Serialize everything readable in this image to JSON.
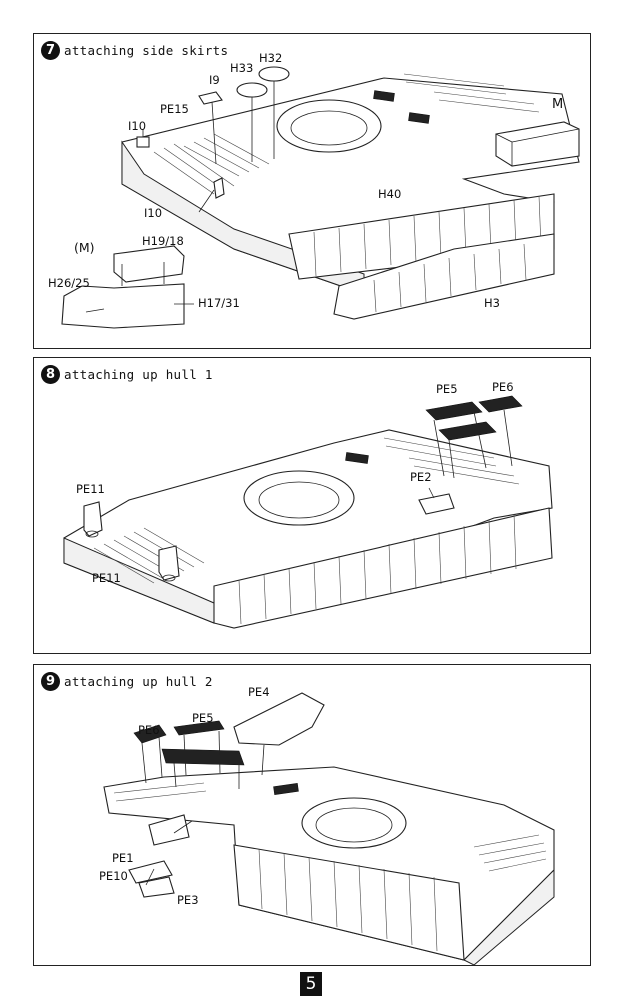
{
  "steps": [
    {
      "number": "7",
      "title": "attaching side skirts",
      "labels": {
        "H32": "H32",
        "H33": "H33",
        "I9": "I9",
        "PE15": "PE15",
        "I10a": "I10",
        "I10b": "I10",
        "M": "M",
        "H40": "H40",
        "M_paren": "(M)",
        "H19_18": "H19/18",
        "H26_25": "H26/25",
        "H17_31": "H17/31",
        "H3": "H3"
      }
    },
    {
      "number": "8",
      "title": "attaching up hull 1",
      "labels": {
        "PE5": "PE5",
        "PE6": "PE6",
        "PE2": "PE2",
        "PE11a": "PE11",
        "PE11b": "PE11"
      }
    },
    {
      "number": "9",
      "title": "attaching up hull 2",
      "labels": {
        "PE4": "PE4",
        "PE6": "PE6",
        "PE5": "PE5",
        "PE1": "PE1",
        "PE10": "PE10",
        "PE3": "PE3"
      }
    }
  ],
  "page_number": "5"
}
